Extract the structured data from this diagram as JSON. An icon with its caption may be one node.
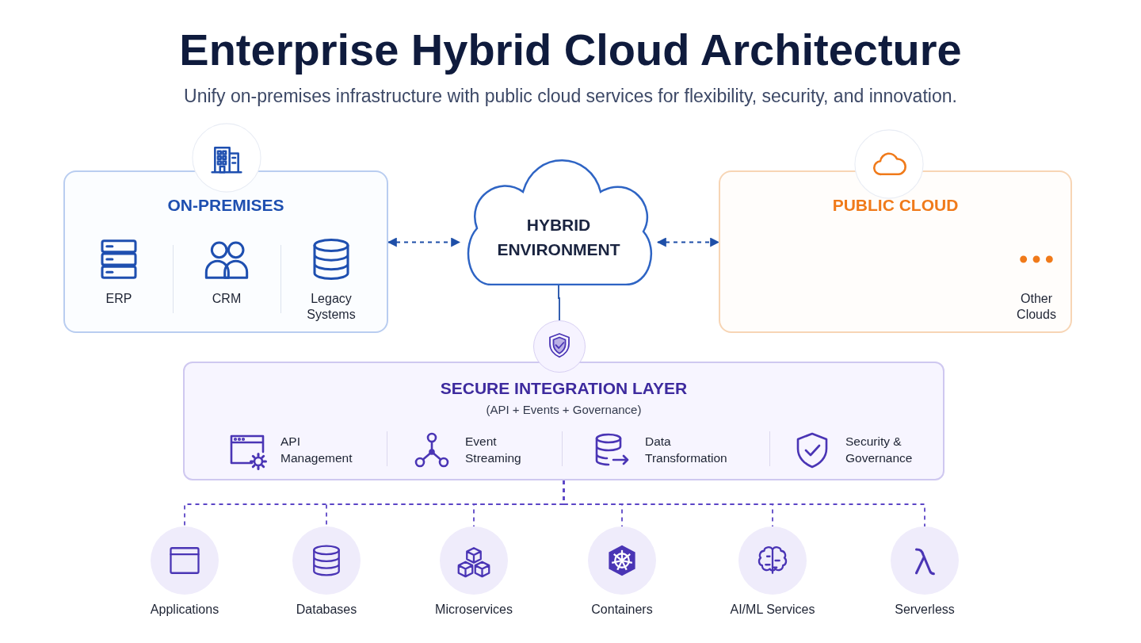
{
  "diagram": {
    "title": "Enterprise Hybrid Cloud Architecture",
    "nodes": [
      {
        "text": [
          "ON-PREMISES"
        ]
      },
      {
        "text": [
          "ERP"
        ],
        "in": 0
      },
      {
        "text": [
          "CRM"
        ],
        "in": 0
      },
      {
        "text": [
          "Legacy Systems"
        ],
        "in": 0
      },
      {
        "text": [
          "HYBRID ENVIRONMENT"
        ]
      },
      {
        "text": [
          "PUBLIC CLOUD"
        ]
      },
      {
        "text": [
          "Other Clouds"
        ],
        "in": 5
      },
      {
        "text": [],
        "shape": "circle"
      },
      {
        "text": [
          "SECURE INTEGRATION LAYER",
          "(API + Events + Governance)"
        ]
      },
      {
        "text": [
          "API Management"
        ],
        "in": 8
      },
      {
        "text": [
          "Event Streaming"
        ],
        "in": 8
      },
      {
        "text": [
          "Data Transformation"
        ],
        "in": 8
      },
      {
        "text": [
          "Security & Governance"
        ],
        "in": 8
      },
      {
        "text": [
          "Applications"
        ]
      },
      {
        "text": [
          "Databases"
        ]
      },
      {
        "text": [
          "Microservices"
        ]
      },
      {
        "text": [
          "Containers"
        ]
      },
      {
        "text": [
          "AI/ML Services"
        ]
      },
      {
        "text": [
          "Serverless"
        ]
      }
    ],
    "edges": [
      {
        "from": 0,
        "to": 4,
        "arrow": "both",
        "style": "dashed",
        "color": "#1e4fa8"
      },
      {
        "from": 4,
        "to": 5,
        "arrow": "both",
        "style": "dashed",
        "color": "#1e4fa8"
      },
      {
        "from": 4,
        "to": 7,
        "arrow": "none",
        "color": "#1e4fa8"
      },
      {
        "from": 8,
        "to": 13,
        "arrow": "none",
        "style": "dashed"
      },
      {
        "from": 8,
        "to": 14,
        "arrow": "none",
        "style": "dashed"
      },
      {
        "from": 8,
        "to": 15,
        "arrow": "none",
        "style": "dashed"
      },
      {
        "from": 8,
        "to": 16,
        "arrow": "none",
        "style": "dashed"
      },
      {
        "from": 8,
        "to": 17,
        "arrow": "none",
        "style": "dashed"
      },
      {
        "from": 8,
        "to": 18,
        "arrow": "none",
        "style": "dashed"
      }
    ],
    "labels": [
      "Unify on-premises infrastructure with public cloud services for flexibility, security, and innovation."
    ]
  }
}
